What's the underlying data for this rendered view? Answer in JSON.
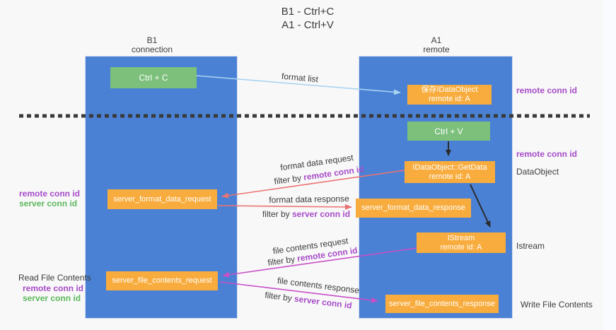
{
  "title": {
    "line1": "B1 - Ctrl+C",
    "line2": "A1 - Ctrl+V"
  },
  "lanes": {
    "left": {
      "name": "B1",
      "role": "connection"
    },
    "right": {
      "name": "A1",
      "role": "remote"
    }
  },
  "nodes": {
    "ctrl_c": "Ctrl + C",
    "ctrl_v": "Ctrl + V",
    "save_idataobject": {
      "line1": "保存IDataObject",
      "line2": "remote id: A"
    },
    "getdata": {
      "line1": "IDataObject::GetData",
      "line2": "remote id: A"
    },
    "istream": {
      "line1": "IStream",
      "line2": "remote id: A"
    },
    "server_format_data_request": "server_format_data_request",
    "server_format_data_response": "server_format_data_response",
    "server_file_contents_request": "server_file_contents_request",
    "server_file_contents_response": "server_file_contents_response"
  },
  "arrows": {
    "format_list": "format list",
    "format_data_request": "format data request",
    "format_data_response": "format data response",
    "file_contents_request": "file contents request",
    "file_contents_response": "file contents response",
    "filter_prefix": "filter by ",
    "remote_conn_id": "remote conn id",
    "server_conn_id": "server conn id"
  },
  "side_labels": {
    "remote_conn_id": "remote conn id",
    "server_conn_id": "server conn id",
    "dataobject": "DataObject",
    "istream": "Istream",
    "read_file_contents": "Read File Contents",
    "write_file_contents": "Write File Contents"
  },
  "colors": {
    "lane_blue": "#4a81d4",
    "box_green": "#7cc07c",
    "box_orange": "#f8ac3d",
    "arrow_salmon": "#eb7373",
    "arrow_magenta": "#c850c8",
    "arrow_lightblue": "#aad4f0",
    "arrow_black": "#2b2b2b",
    "text_purple": "#a64cc8",
    "text_green": "#5cb85c",
    "text_dark": "#3c3c3c",
    "separator_dark": "#3a3a3a"
  }
}
